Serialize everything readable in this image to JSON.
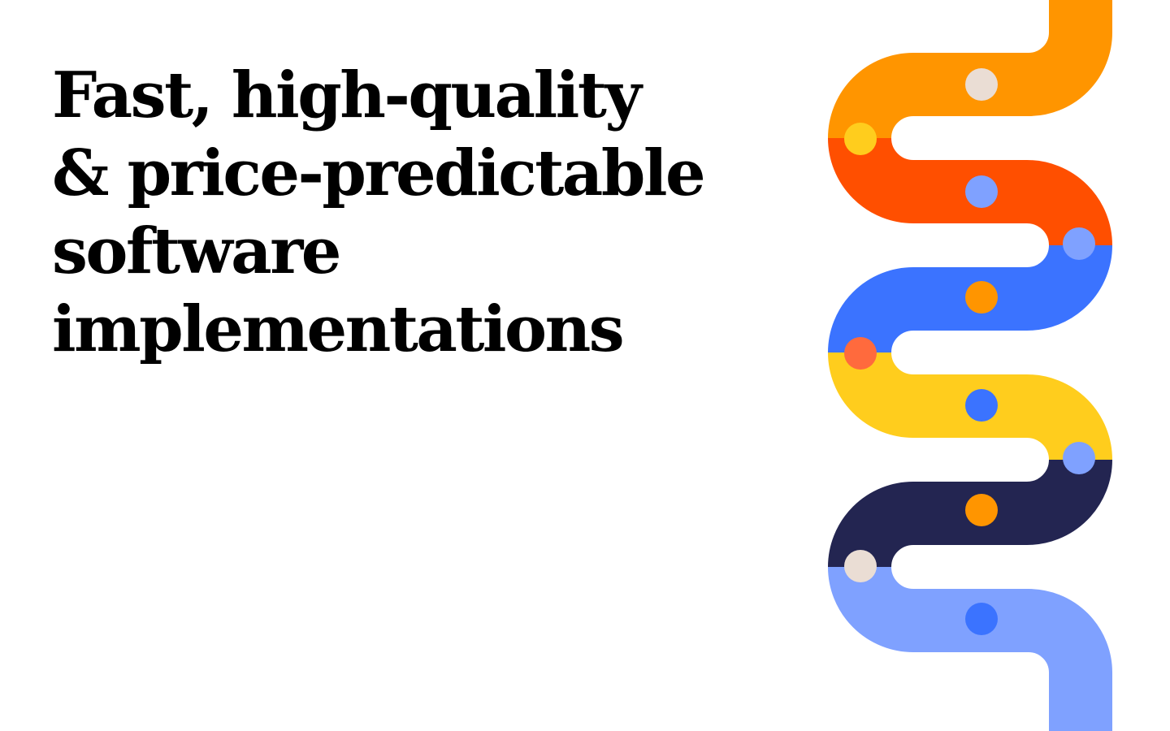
{
  "hero": {
    "headline_lines": [
      "Fast, high-quality",
      "& price-predictable",
      "software",
      "implementations"
    ]
  },
  "graphic": {
    "description": "serpentine-ribbon",
    "segments": [
      {
        "name": "orange",
        "color": "#FF9500"
      },
      {
        "name": "red-orange",
        "color": "#FF4F00"
      },
      {
        "name": "blue",
        "color": "#3B73FF"
      },
      {
        "name": "yellow",
        "color": "#FFCD1D"
      },
      {
        "name": "navy",
        "color": "#232551"
      },
      {
        "name": "light-blue",
        "color": "#7FA1FF"
      }
    ],
    "dot_colors": {
      "beige": "#EADDD4",
      "yellow": "#FFCD1D",
      "periwinkle": "#7FA1FF",
      "orange": "#FF9500",
      "coral": "#FF6A3D",
      "blue": "#3B73FF"
    }
  }
}
